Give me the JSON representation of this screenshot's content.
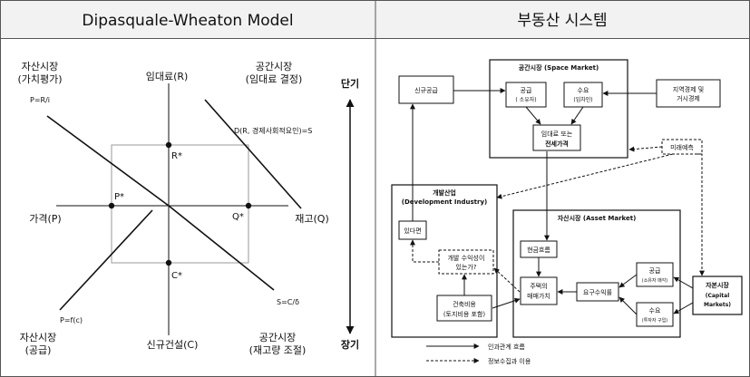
{
  "left_panel": {
    "title": "Dipasquale-Wheaton Model",
    "quadrants": {
      "asset_market": [
        "자산시장",
        "(가치평가)"
      ],
      "space_market": [
        "공간시장",
        "(임대료 결정)"
      ],
      "asset_supply": [
        "자산시장",
        "(공급)"
      ],
      "space_adjust": [
        "공간시장",
        "(재고량 조절)"
      ]
    },
    "axes": {
      "rent": "임대료(R)",
      "price": "가격(P)",
      "stock": "재고(Q)",
      "construction": "신규건설(C)"
    },
    "equations": {
      "price_rent": "P=R/i",
      "demand": "D(R, 경제사회적요인)=S",
      "stock": "S=C/δ",
      "supply": "P=f(c)"
    },
    "points": {
      "r": "R*",
      "p": "P*",
      "q": "Q*",
      "c": "C*"
    },
    "horizon": {
      "short": "단기",
      "long": "장기"
    }
  },
  "right_panel": {
    "title": "부동산 시스템",
    "space_market": {
      "title": "공간시장 (Space Market)",
      "supply": [
        "공급",
        "( 소유자)"
      ],
      "demand": [
        "수요",
        "(임차인)"
      ],
      "rent": [
        "임대료 또는",
        "전세가격"
      ]
    },
    "new_supply": "신규공급",
    "regional_economy": [
      "지역경제 및",
      "거시경제"
    ],
    "future_forecast": "미래예측",
    "development": {
      "title": [
        "개발산업",
        "(Development Industry)"
      ],
      "if_exists": "있다면",
      "profit_question": [
        "개발 수익성이",
        "있는가?"
      ],
      "build_cost": [
        "건축비용",
        "(토지비용 포함)"
      ]
    },
    "asset_market": {
      "title": "자산시장 (Asset   Market)",
      "cash_flow": "현금흐름",
      "house_price": [
        "주택의",
        "매매가치"
      ],
      "required_return": "요구수익률",
      "supply": [
        "공급",
        "(소유자 매각)"
      ],
      "demand": [
        "수요",
        "(투자자 구입)"
      ]
    },
    "capital_markets": [
      "자본시장",
      "(Capital",
      "Markets)"
    ],
    "legend": {
      "causal": "인과관계 흐름",
      "info": "정보수집과 이용"
    }
  }
}
